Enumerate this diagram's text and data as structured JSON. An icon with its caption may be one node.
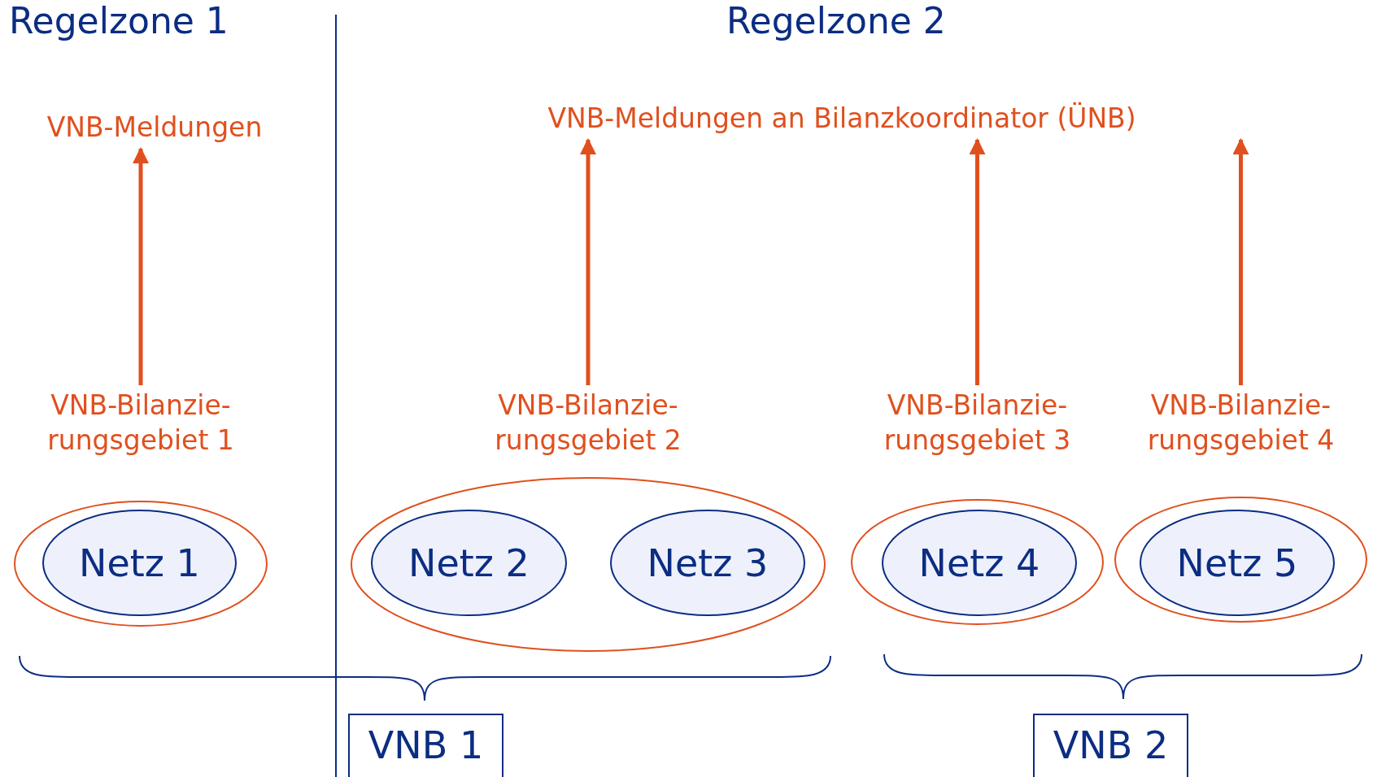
{
  "diagram": {
    "nodes": [
      {
        "text": [
          "VNB-Meldungen"
        ]
      },
      {
        "text": [
          "VNB-Meldungen an Bilanzkoordinator (ÜNB)"
        ]
      },
      {
        "text": [
          "VNB-Bilanzie- rungsgebiet 1"
        ]
      },
      {
        "text": [
          "Netz 1"
        ],
        "in": 2
      },
      {
        "text": [
          "VNB-Bilanzie- rungsgebiet 2"
        ]
      },
      {
        "text": [
          "Netz 2"
        ],
        "in": 4
      },
      {
        "text": [
          "Netz 3"
        ],
        "in": 4
      },
      {
        "text": [
          "VNB-Bilanzie- rungsgebiet 3"
        ]
      },
      {
        "text": [
          "Netz 4"
        ],
        "in": 7
      },
      {
        "text": [
          "VNB-Bilanzie- rungsgebiet 4"
        ]
      },
      {
        "text": [
          "Netz 5"
        ],
        "in": 9
      },
      {
        "text": [
          "VNB 1"
        ]
      },
      {
        "text": [
          "VNB 2"
        ]
      }
    ],
    "edges": [
      {
        "from": 2,
        "to": 0,
        "arrow": "to"
      },
      {
        "from": 4,
        "to": 1,
        "arrow": "to"
      },
      {
        "from": 7,
        "to": 1,
        "arrow": "to"
      },
      {
        "from": 9,
        "to": 1,
        "arrow": "to"
      }
    ],
    "labels": [
      "Regelzone 1",
      "Regelzone 2"
    ]
  }
}
